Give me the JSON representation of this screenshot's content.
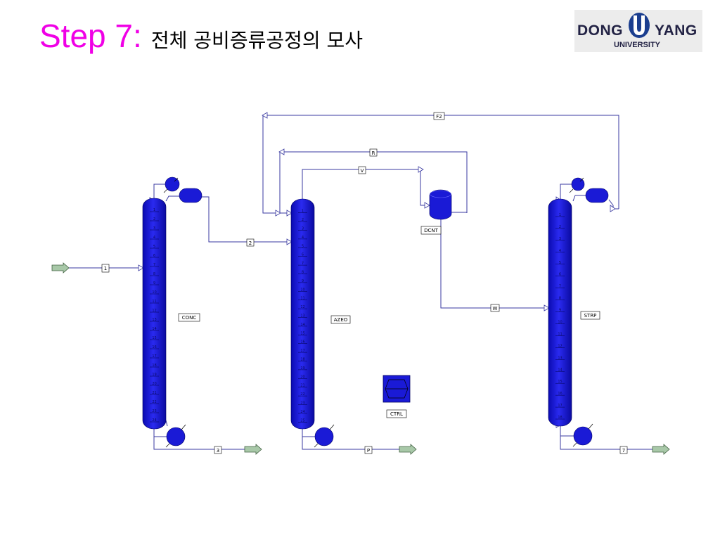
{
  "title": {
    "step": "Step 7:",
    "subtitle": "전체 공비증류공정의 모사"
  },
  "logo": {
    "left_word": "DONG",
    "right_word": "YANG",
    "bottom": "UNIVERSITY"
  },
  "colors": {
    "title_step": "#f000e6",
    "equipment": "#1a1ad6",
    "stream_line": "#3a3aa0",
    "product_arrow": "#a8c8a8"
  },
  "blocks": {
    "conc": {
      "label": "CONC",
      "trays": [
        "1",
        "2",
        "3",
        "4",
        "5",
        "6",
        "7",
        "8",
        "9",
        "10",
        "11",
        "12",
        "13",
        "14",
        "15",
        "16",
        "17",
        "18",
        "19",
        "20",
        "21",
        "22",
        "23",
        "24"
      ]
    },
    "azeo": {
      "label": "AZEO",
      "trays": [
        "1",
        "2",
        "3",
        "4",
        "5",
        "6",
        "7",
        "8",
        "9",
        "10",
        "11",
        "12",
        "13",
        "14",
        "15",
        "16",
        "17",
        "18",
        "19",
        "20",
        "21",
        "22",
        "23",
        "24",
        "25"
      ]
    },
    "strp": {
      "label": "STRP",
      "trays": [
        "1",
        "2",
        "3",
        "4",
        "5",
        "6",
        "7",
        "8",
        "9",
        "10",
        "11",
        "12",
        "13",
        "14",
        "15",
        "16",
        "17",
        "18"
      ]
    },
    "dcnt": {
      "label": "DCNT"
    },
    "ctrl": {
      "label": "CTRL"
    }
  },
  "streams": {
    "s1": "1",
    "s2": "2",
    "s3": "3",
    "sp": "P",
    "s7": "7",
    "sv": "V",
    "sr": "R",
    "sf2": "F2",
    "sw": "W"
  }
}
